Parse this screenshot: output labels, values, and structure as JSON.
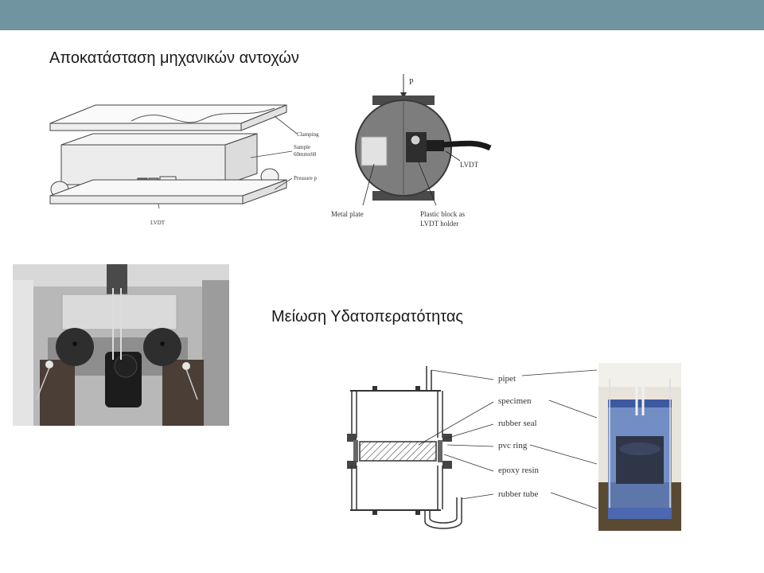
{
  "slide": {
    "header_bar_color": "#7094a0",
    "title_mechanical": "Αποκατάσταση μηχανικών αντοχών",
    "title_permeability": "Μείωση Υδατοπερατότητας"
  },
  "figure_bending": {
    "labels": {
      "clamping": "Clamping",
      "sample": "Sample",
      "sample_size": "60mmx60",
      "pressure": "Pressure p",
      "lvdt": "LVDT"
    }
  },
  "figure_cross_section": {
    "labels": {
      "load": "P",
      "lvdt": "LVDT",
      "metal_plate": "Metal plate",
      "plastic_block_1": "Plastic block as",
      "plastic_block_2": "LVDT holder"
    }
  },
  "figure_permeability": {
    "labels": {
      "pipet": "pipet",
      "specimen": "specimen",
      "rubber_seal": "rubber seal",
      "pvc_ring": "pvc ring",
      "epoxy_resin": "epoxy resin",
      "rubber_tube": "rubber tube"
    }
  }
}
